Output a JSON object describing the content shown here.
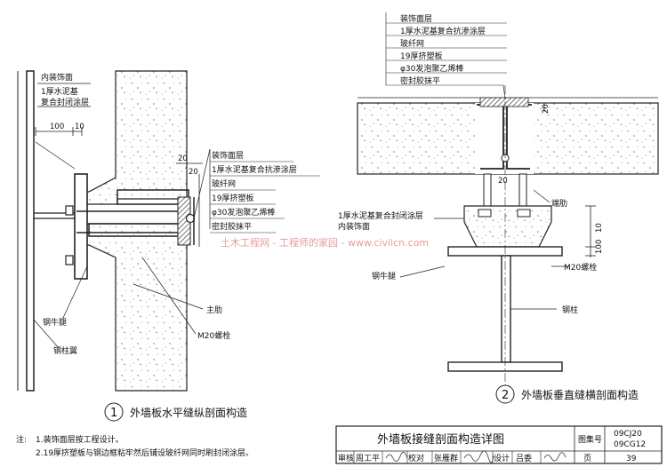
{
  "left_drawing": {
    "layer_labels": [
      "内装饰面",
      "1厚水泥基",
      "复合封闭涂层"
    ],
    "right_layer_labels": [
      "装饰面层",
      "1厚水泥基复合抗渗涂层",
      "玻纤网",
      "19厚挤塑板",
      "φ30发泡聚乙烯棒",
      "密封胶抹平"
    ],
    "dim_top": "100",
    "dim_top_small": "10",
    "dim_joint": "20",
    "dim_side": "20",
    "label_main_rib": "主肋",
    "label_bolt": "M20螺栓",
    "label_bracket": "钢牛腿",
    "label_column_flange": "钢柱翼",
    "caption_number": "1",
    "caption": "外墙板水平缝纵剖面构造"
  },
  "right_drawing": {
    "layer_labels": [
      "装饰面层",
      "1厚水泥基复合抗渗涂层",
      "玻纤网",
      "19厚挤塑板",
      "φ30发泡聚乙烯棒",
      "密封胶抹平"
    ],
    "dim_side": "20",
    "dim_joint": "20",
    "label_end_rib": "端肋",
    "label_inner_coat": "1厚水泥基复合封闭涂层",
    "label_inner_finish": "内装饰面",
    "dim_a": "10",
    "dim_b": "100",
    "label_bracket": "钢牛腿",
    "label_bolt": "M20螺栓",
    "label_column": "钢柱",
    "caption_number": "2",
    "caption": "外墙板垂直缝横剖面构造"
  },
  "watermark": "土木工程网 - 工程师的家园 - www.civilcn.com",
  "notes": {
    "title": "注:",
    "items": [
      "1.装饰面层按工程设计。",
      "2.19厚挤塑板与钢边框粘牢然后铺设玻纤网同时刷封闭涂层。"
    ]
  },
  "title_block": {
    "title": "外墙板接缝剖面构造详图",
    "atlas_label": "图集号",
    "atlas_no_1": "09CJ20",
    "atlas_no_2": "09CG12",
    "review_label": "审核",
    "review_name": "周工平",
    "check_label": "校对",
    "check_name": "张雁群",
    "design_label": "设计",
    "design_name": "吕委",
    "page_label": "页",
    "page_no": "39"
  }
}
